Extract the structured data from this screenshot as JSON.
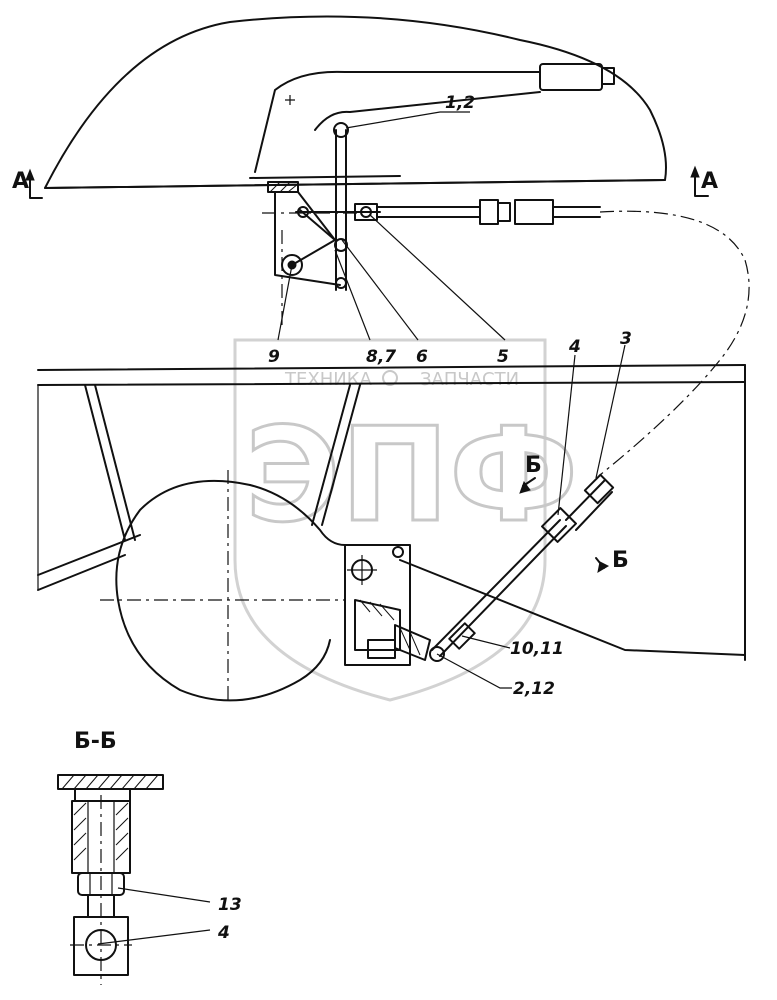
{
  "watermark": {
    "brand": "ЭПФ",
    "tagline_left": "ТЕХНИКА",
    "tagline_right": "ЗАПЧАСТИ"
  },
  "section_markers": {
    "a_left": "А",
    "a_right": "А",
    "b_top": "Б",
    "b_bottom": "Б"
  },
  "section_view_title": "Б-Б",
  "callouts": {
    "c_1_2": "1,2",
    "c_9": "9",
    "c_8_7": "8,7",
    "c_6": "6",
    "c_5": "5",
    "c_4_top": "4",
    "c_3": "3",
    "c_10_11": "10,11",
    "c_2_12": "2,12",
    "c_13": "13",
    "c_4_section": "4"
  }
}
